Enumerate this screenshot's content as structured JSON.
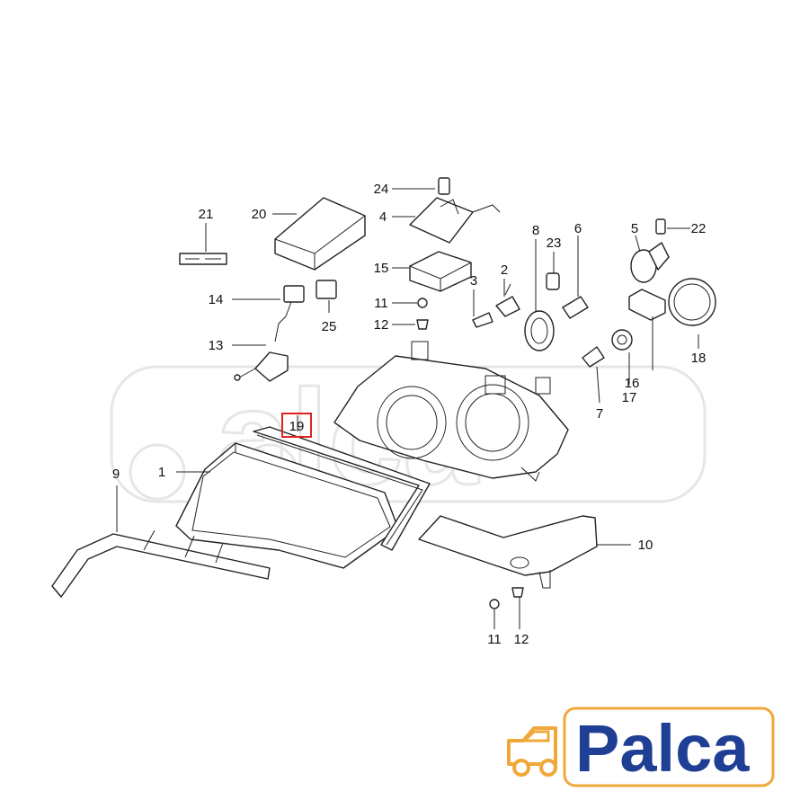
{
  "highlight_color": "#e02020",
  "brand_blue": "#1f3f95",
  "brand_orange": "#f0a83a",
  "brand": {
    "name": "Palca",
    "icon": "truck-icon"
  },
  "callouts": {
    "c1": "1",
    "c2": "2",
    "c3": "3",
    "c4": "4",
    "c5": "5",
    "c6": "6",
    "c7": "7",
    "c8": "8",
    "c9": "9",
    "c10": "10",
    "c11a": "11",
    "c11b": "11",
    "c12a": "12",
    "c12b": "12",
    "c13": "13",
    "c14": "14",
    "c15": "15",
    "c16": "16",
    "c17": "17",
    "c18": "18",
    "c19": "19",
    "c20": "20",
    "c21": "21",
    "c22": "22",
    "c23": "23",
    "c24": "24",
    "c25": "25"
  }
}
